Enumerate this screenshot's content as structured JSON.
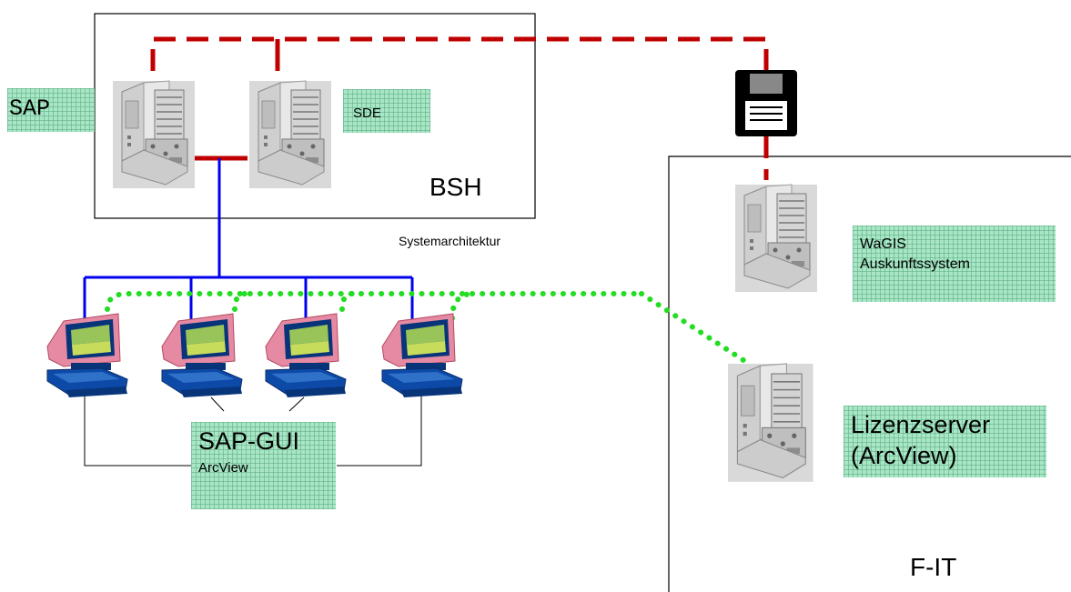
{
  "labels": {
    "sap": "SAP",
    "sde": "SDE",
    "bsh": "BSH",
    "systemarchitektur": "Systemarchitektur",
    "wagis_line1": "WaGIS",
    "wagis_line2": "Auskunftssystem",
    "lizenz_line1": "Lizenzserver",
    "lizenz_line2": "(ArcView)",
    "sapgui_line1": "SAP-GUI",
    "sapgui_line2": "ArcView",
    "fit": "F-IT"
  },
  "colors": {
    "red_dashed_link": "#c00000",
    "blue_network": "#0000ee",
    "green_dotted_link": "#22dd22",
    "label_box": "#a8e6c6",
    "border": "#000000"
  },
  "icons": {
    "server": "server-tower-icon",
    "workstation": "desktop-computer-icon",
    "storage": "floppy-disk-icon"
  }
}
